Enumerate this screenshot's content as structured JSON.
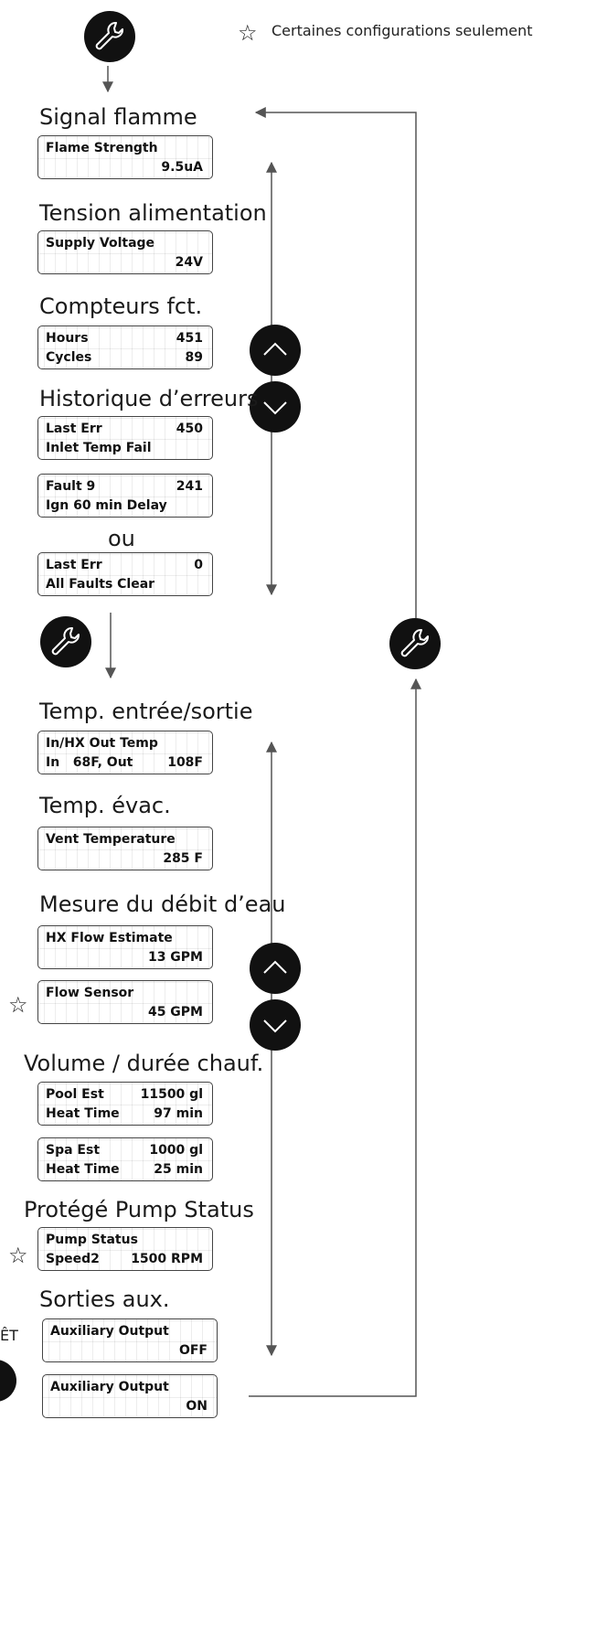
{
  "legend": {
    "star": "☆",
    "note": "Certaines configurations seulement"
  },
  "icons": {
    "wrench": "wrench-icon",
    "chevron_up": "chevron-up-icon",
    "chevron_down": "chevron-down-icon"
  },
  "sections": [
    {
      "heading": "Signal flamme",
      "displays": [
        {
          "line1": [
            "Flame Strength",
            ""
          ],
          "line2": [
            "",
            "9.5uA"
          ]
        }
      ]
    },
    {
      "heading": "Tension alimentation",
      "displays": [
        {
          "line1": [
            "Supply Voltage",
            ""
          ],
          "line2": [
            "",
            "24V"
          ]
        }
      ]
    },
    {
      "heading": "Compteurs fct.",
      "displays": [
        {
          "line1": [
            "Hours",
            "451"
          ],
          "line2": [
            "Cycles",
            "89"
          ]
        }
      ]
    },
    {
      "heading": "Historique d’erreurs",
      "displays": [
        {
          "line1": [
            "Last Err",
            "450"
          ],
          "line2": [
            "Inlet Temp Fail",
            ""
          ]
        },
        {
          "line1": [
            "Fault 9",
            "241"
          ],
          "line2": [
            "Ign 60 min Delay",
            ""
          ]
        },
        {
          "line1": [
            "Last Err",
            "0"
          ],
          "line2": [
            "All Faults Clear",
            ""
          ]
        }
      ],
      "separator": "ou"
    },
    {
      "heading": "Temp. entrée/sortie",
      "displays": [
        {
          "line1": [
            "In/HX Out Temp",
            ""
          ],
          "line2": [
            "In   68F, Out",
            "108F"
          ]
        }
      ]
    },
    {
      "heading": "Temp. évac.",
      "displays": [
        {
          "line1": [
            "Vent Temperature",
            ""
          ],
          "line2": [
            "",
            "285 F"
          ]
        }
      ]
    },
    {
      "heading": "Mesure du débit d’eau",
      "displays": [
        {
          "line1": [
            "HX Flow Estimate",
            ""
          ],
          "line2": [
            "",
            "13 GPM"
          ]
        },
        {
          "line1": [
            "Flow Sensor",
            ""
          ],
          "line2": [
            "",
            "45 GPM"
          ]
        }
      ]
    },
    {
      "heading": "Volume / durée chauf.",
      "displays": [
        {
          "line1": [
            "Pool Est",
            "11500 gl"
          ],
          "line2": [
            "Heat Time",
            "97 min"
          ]
        },
        {
          "line1": [
            "Spa Est",
            "1000 gl"
          ],
          "line2": [
            "Heat Time",
            "25 min"
          ]
        }
      ]
    },
    {
      "heading": "Protégé Pump Status",
      "displays": [
        {
          "line1": [
            "Pump Status",
            ""
          ],
          "line2": [
            "Speed2",
            "1500 RPM"
          ]
        }
      ]
    },
    {
      "heading": "Sorties aux.",
      "displays": [
        {
          "line1": [
            "Auxiliary Output",
            ""
          ],
          "line2": [
            "",
            "OFF"
          ]
        },
        {
          "line1": [
            "Auxiliary Output",
            ""
          ],
          "line2": [
            "",
            "ON"
          ]
        }
      ]
    }
  ],
  "partial_left_text": "ÊT"
}
